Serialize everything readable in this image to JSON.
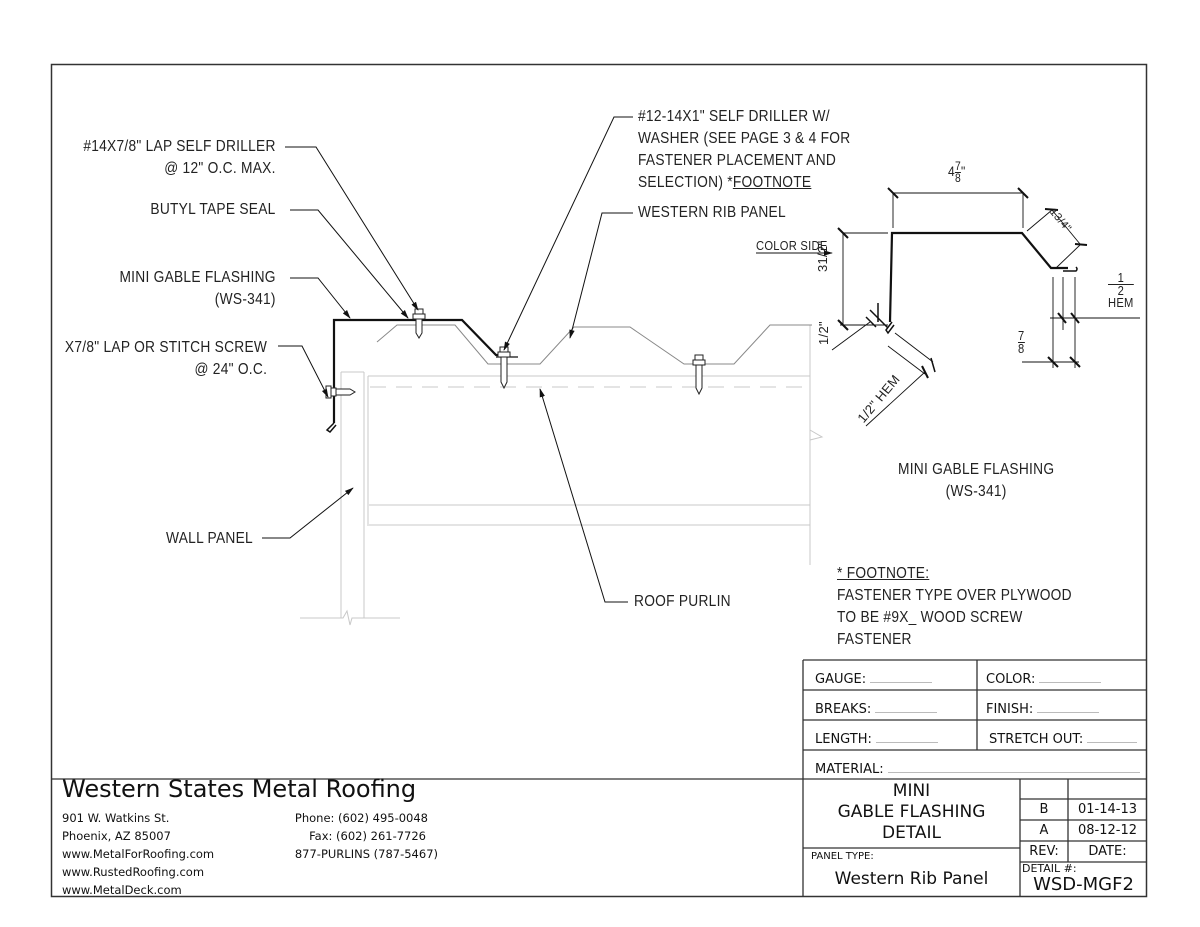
{
  "drawing": {
    "callouts": {
      "lap_self_driller": [
        "#14X7/8\" LAP SELF DRILLER",
        "@ 12\" O.C. MAX."
      ],
      "butyl_tape": "BUTYL TAPE SEAL",
      "mini_gable": [
        "MINI GABLE FLASHING",
        "(WS-341)"
      ],
      "stitch_screw": [
        "X7/8\" LAP OR STITCH SCREW",
        "@ 24\" O.C."
      ],
      "wall_panel": "WALL PANEL",
      "self_driller_washer": [
        "#12-14X1\" SELF DRILLER W/",
        "WASHER (SEE PAGE 3 & 4 FOR",
        "FASTENER PLACEMENT AND",
        "SELECTION) *"
      ],
      "footnote_ref": "FOOTNOTE",
      "western_rib": "WESTERN RIB PANEL",
      "roof_purlin": "ROOF PURLIN"
    },
    "profile": {
      "color_side": "COLOR SIDE",
      "dim_top": {
        "whole": "4",
        "num": "7",
        "den": "8"
      },
      "dim_slope": {
        "whole": "1",
        "num": "3",
        "den": "4"
      },
      "dim_vertical": {
        "whole": "3",
        "num": "1",
        "den": "2"
      },
      "dim_small_left": {
        "whole": "",
        "num": "1",
        "den": "2"
      },
      "dim_hem_left": {
        "num": "1",
        "den": "2",
        "label": "HEM"
      },
      "dim_hem_right": {
        "num": "1",
        "den": "2",
        "label": "HEM"
      },
      "dim_right_drop": {
        "num": "7",
        "den": "8"
      },
      "title": [
        "MINI GABLE FLASHING",
        "(WS-341)"
      ]
    },
    "footnote": {
      "heading": "* FOOTNOTE:",
      "lines": [
        "FASTENER TYPE OVER PLYWOOD",
        "TO BE #9X_ WOOD SCREW",
        "FASTENER"
      ]
    }
  },
  "title_block": {
    "gauge_label": "GAUGE:",
    "color_label": "COLOR:",
    "breaks_label": "BREAKS:",
    "finish_label": "FINISH:",
    "length_label": "LENGTH:",
    "stretch_out_label": "STRETCH OUT:",
    "material_label": "MATERIAL:",
    "detail_title": [
      "MINI",
      "GABLE FLASHING",
      "DETAIL"
    ],
    "panel_type_label": "PANEL TYPE:",
    "panel_type_value": "Western Rib Panel",
    "revisions": [
      {
        "rev": "",
        "date": ""
      },
      {
        "rev": "B",
        "date": "01-14-13"
      },
      {
        "rev": "A",
        "date": "08-12-12"
      }
    ],
    "rev_header": "REV:",
    "date_header": "DATE:",
    "detail_no_label": "DETAIL #:",
    "detail_no_value": "WSD-MGF2"
  },
  "company": {
    "name": "Western States Metal Roofing",
    "address1": "901 W. Watkins St.",
    "address2": "Phoenix, AZ 85007",
    "web1": "www.MetalForRoofing.com",
    "web2": "www.RustedRoofing.com",
    "web3": "www.MetalDeck.com",
    "phone": "Phone: (602) 495-0048",
    "fax": "Fax: (602) 261-7726",
    "tollfree": "877-PURLINS (787-5467)"
  }
}
